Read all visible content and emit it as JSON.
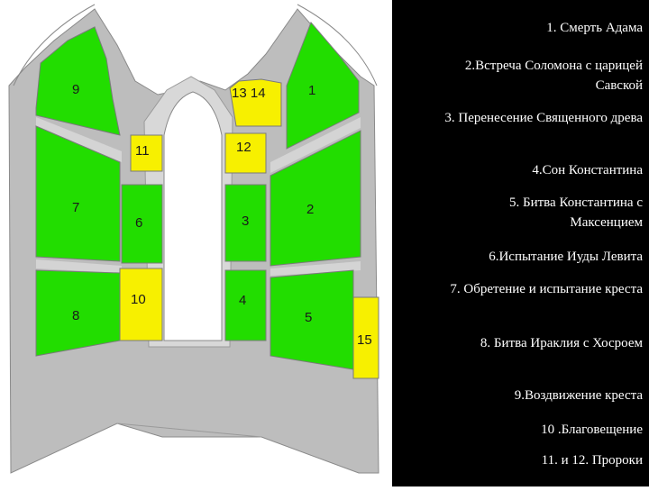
{
  "colors": {
    "panel_green": "#22dd00",
    "panel_yellow": "#f7f000",
    "wall_gray": "#bdbdbd",
    "window": "#ffffff",
    "legend_background": "#000000",
    "legend_text": "#ffffff"
  },
  "panels": [
    {
      "number": "1",
      "color": "green"
    },
    {
      "number": "2",
      "color": "green"
    },
    {
      "number": "3",
      "color": "green"
    },
    {
      "number": "4",
      "color": "green"
    },
    {
      "number": "5",
      "color": "green"
    },
    {
      "number": "6",
      "color": "green"
    },
    {
      "number": "7",
      "color": "green"
    },
    {
      "number": "8",
      "color": "green"
    },
    {
      "number": "9",
      "color": "green"
    },
    {
      "number": "10",
      "color": "yellow"
    },
    {
      "number": "11",
      "color": "yellow"
    },
    {
      "number": "12",
      "color": "yellow"
    },
    {
      "number": "13 14",
      "color": "yellow"
    },
    {
      "number": "15",
      "color": "yellow"
    }
  ],
  "legend": [
    "1. Смерть  Адама",
    "2.Встреча Соломона с царицей Савской",
    "3. Перенесение Священного древа",
    "4.Сон Константина",
    "5. Битва Константина с Максенцием",
    "6.Испытание Иуды Левита",
    "7. Обретение и испытание креста",
    "8. Битва Ираклия с Хосроем",
    "9.Воздвижение креста",
    "10 .Благовещение",
    "11. и 12. Пророки"
  ]
}
